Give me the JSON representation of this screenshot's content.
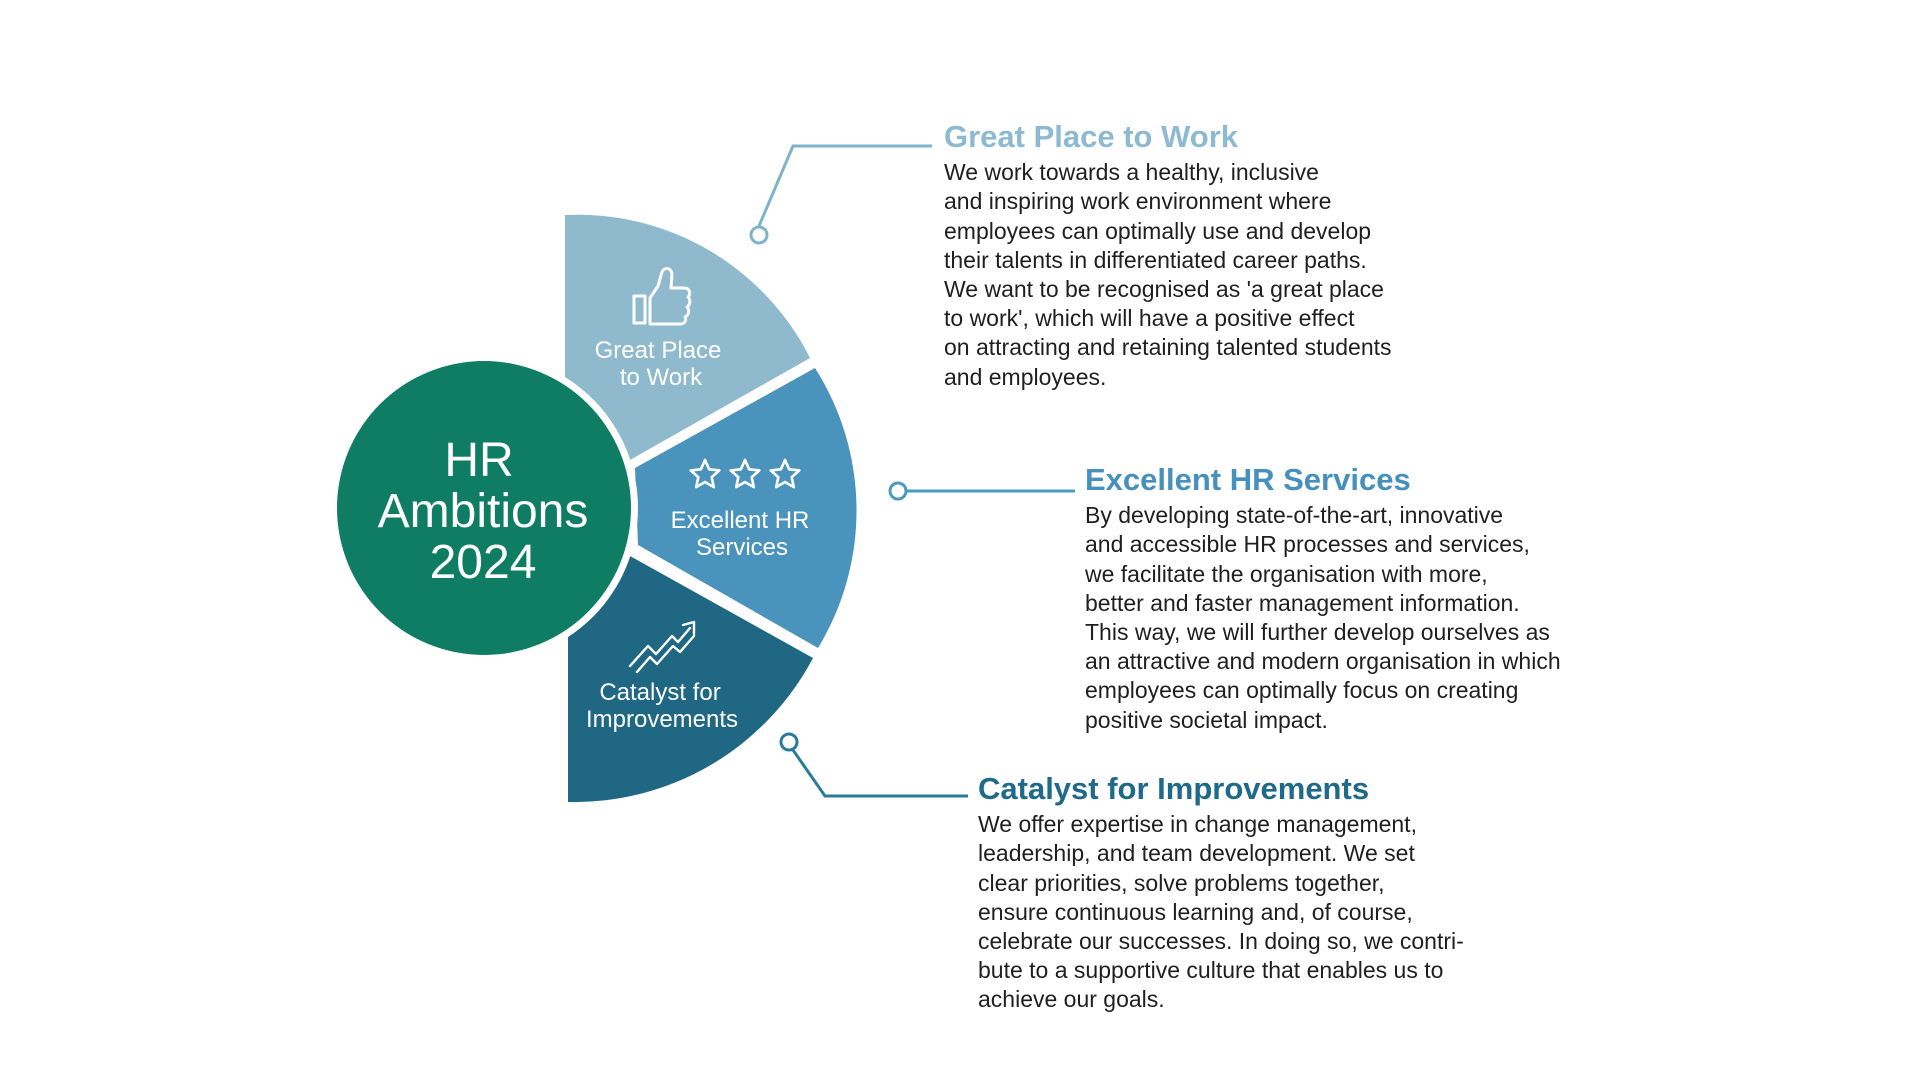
{
  "center": {
    "line1": "HR",
    "line2": "Ambitions",
    "line3": "2024",
    "color": "#0f7c64"
  },
  "segments": [
    {
      "line1": "Great Place",
      "line2": "to Work",
      "icon": "thumbs-up-icon",
      "color": "#8fb9cc"
    },
    {
      "line1": "Excellent HR",
      "line2": "Services",
      "icon": "three-stars-icon",
      "color": "#4a93bd"
    },
    {
      "line1": "Catalyst for",
      "line2": "Improvements",
      "icon": "trend-arrow-icon",
      "color": "#1f6783"
    }
  ],
  "ambitions": [
    {
      "title": "Great Place to Work",
      "title_color": "#8dbad0",
      "line_color": "#7fb3c9",
      "text": "We work towards a healthy, inclusive\nand inspiring work environment where\nemployees can optimally use and develop\ntheir talents in differentiated career paths.\nWe want to be recognised as 'a great place\nto work', which will have a positive effect\non attracting and retaining talented students\nand employees."
    },
    {
      "title": "Excellent HR Services",
      "title_color": "#4690bd",
      "line_color": "#4a9ac0",
      "text": "By developing state-of-the-art, innovative\nand accessible HR processes and services,\nwe facilitate the organisation with more,\nbetter and faster management information.\nThis way, we will further develop ourselves as\nan attractive and modern organisation in which\nemployees can optimally focus on creating\npositive societal impact."
    },
    {
      "title": "Catalyst for Improvements",
      "title_color": "#1e6a88",
      "line_color": "#2a7a99",
      "text": "We offer expertise in change management,\nleadership, and team development. We set\nclear priorities, solve problems together,\nensure continuous learning and, of course,\ncelebrate our successes. In doing so, we contri-\nbute to a supportive culture that enables us to\nachieve our goals."
    }
  ]
}
